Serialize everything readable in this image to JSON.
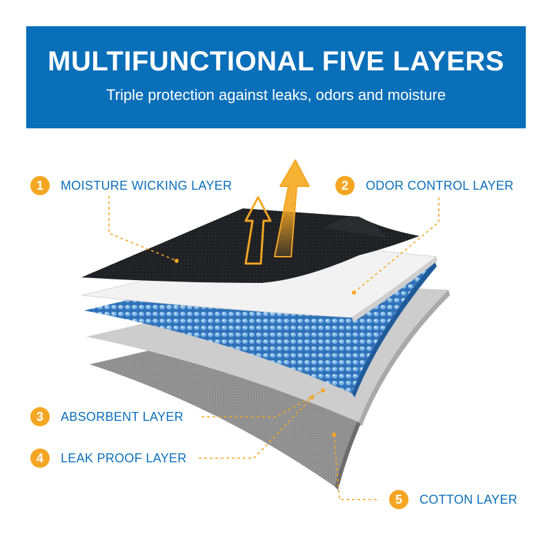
{
  "header": {
    "title": "MULTIFUNCTIONAL FIVE LAYERS",
    "subtitle": "Triple protection against leaks, odors and moisture"
  },
  "layers": [
    {
      "number": "1",
      "label": "MOISTURE WICKING LAYER"
    },
    {
      "number": "2",
      "label": "ODOR CONTROL LAYER"
    },
    {
      "number": "3",
      "label": "ABSORBENT LAYER"
    },
    {
      "number": "4",
      "label": "LEAK PROOF LAYER"
    },
    {
      "number": "5",
      "label": "COTTON LAYER"
    }
  ],
  "colors": {
    "brand_blue": "#0a6fb9",
    "badge_orange": "#f4a623",
    "leader_line": "#f4a623",
    "layer_black": "#1c1d20",
    "layer_white": "#f1f2f2",
    "layer_blue": "#4a93d6",
    "layer_light_gray": "#cbcbcb",
    "layer_gray": "#8d8d8d"
  }
}
